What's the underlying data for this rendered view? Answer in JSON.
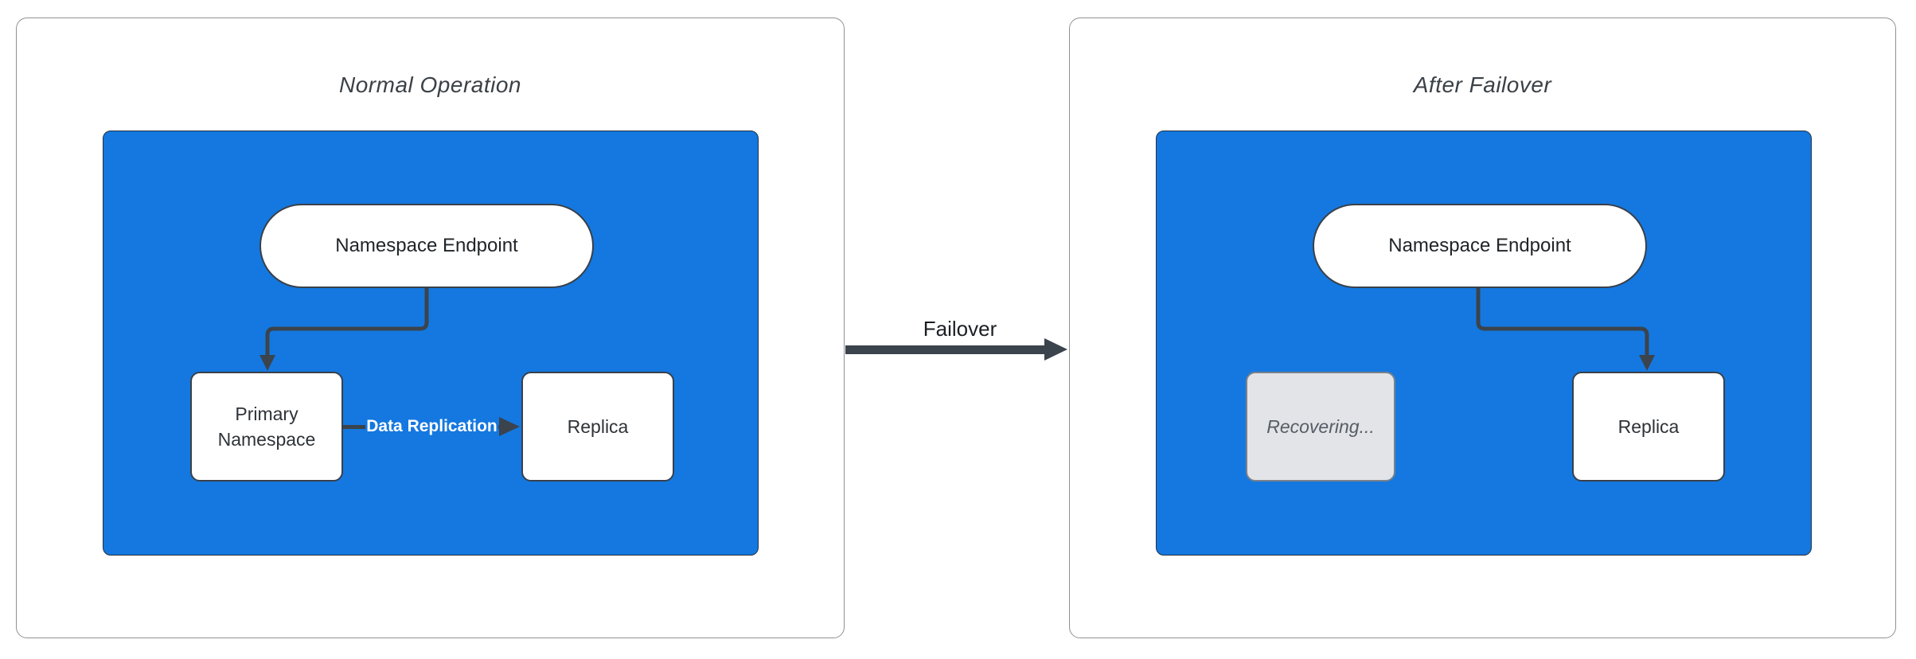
{
  "theme": {
    "accent_blue": "#1478E0",
    "arrow_color": "#3B434C",
    "node_border": "#394049",
    "panel_border": "#8E9196",
    "recovering_fill": "#E2E4E7",
    "recovering_border": "#7A8189",
    "recovering_text": "#565D66",
    "title_text": "#3A4147",
    "node_text": "#2E3338"
  },
  "failover": {
    "label": "Failover"
  },
  "panels": [
    {
      "title": "Normal Operation",
      "endpoint": "Namespace Endpoint",
      "primary": "Primary Namespace",
      "replica": "Replica",
      "replication_label": "Data Replication"
    },
    {
      "title": "After Failover",
      "endpoint": "Namespace Endpoint",
      "recovering": "Recovering...",
      "replica": "Replica"
    }
  ]
}
